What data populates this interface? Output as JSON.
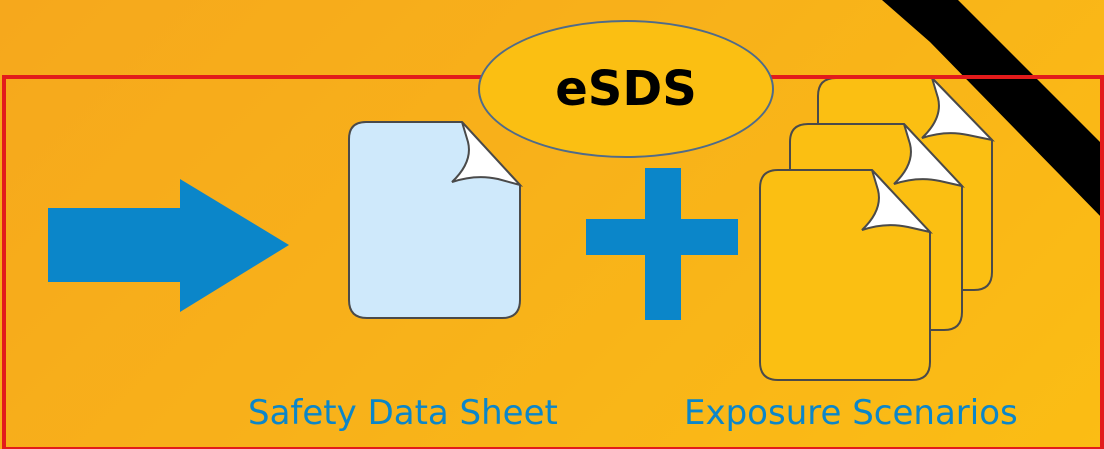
{
  "badge": {
    "text": "eSDS"
  },
  "labels": {
    "safety_data_sheet": "Safety Data Sheet",
    "exposure_scenarios": "Exposure Scenarios"
  },
  "colors": {
    "background": "#f8b11a",
    "frame": "#e31b1b",
    "accent_blue": "#0b86c9",
    "sds_document_fill": "#cfe9fb",
    "exposure_document_fill": "#fbbf12",
    "badge_fill": "#fbbf12",
    "stripe": "#000000"
  },
  "icons": {
    "arrow": "right-arrow-icon",
    "sds_document": "document-icon",
    "plus": "plus-icon",
    "exposure_documents": "stacked-documents-icon"
  }
}
